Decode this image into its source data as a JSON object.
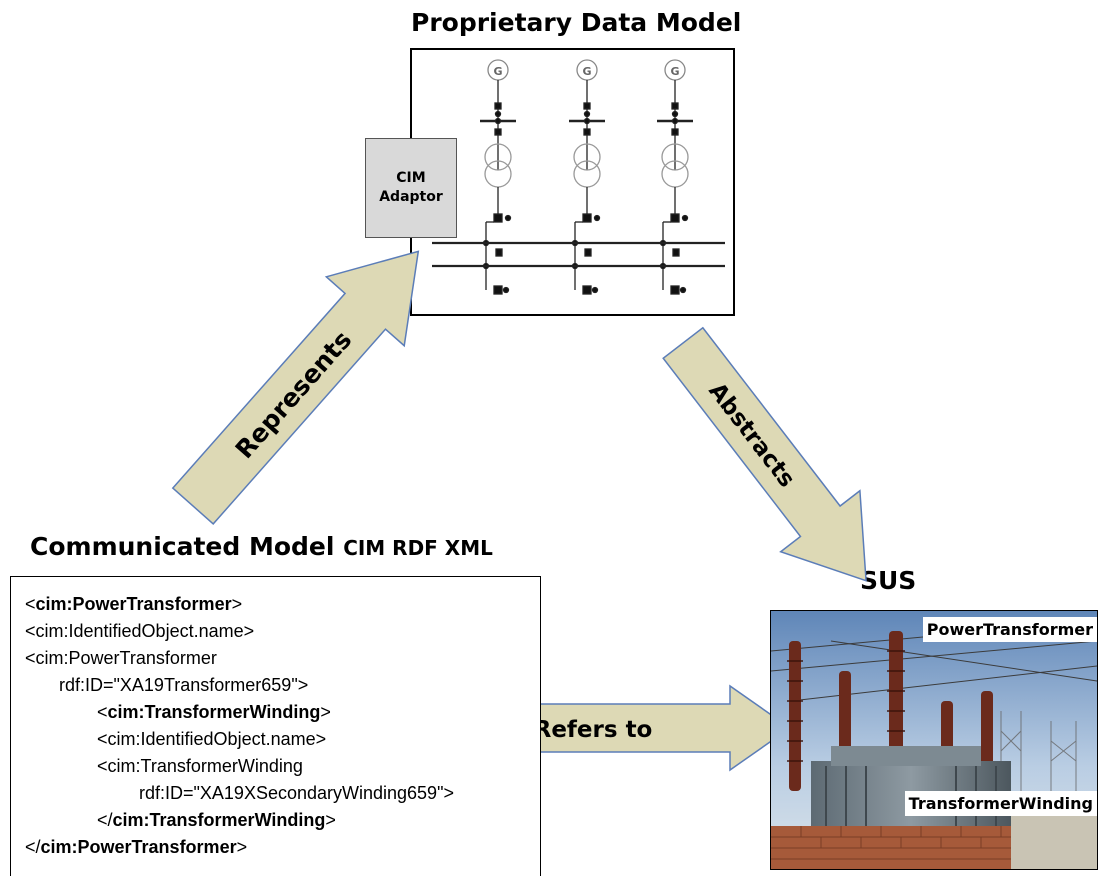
{
  "proprietary": {
    "title": "Proprietary Data Model",
    "adaptor_line1": "CIM",
    "adaptor_line2": "Adaptor",
    "generator_symbol": "G"
  },
  "arrows": {
    "represents": "Represents",
    "abstracts": "Abstracts",
    "refers_to": "Refers to"
  },
  "communicated": {
    "title": "Communicated Model",
    "subtitle": "CIM RDF XML",
    "lines": [
      {
        "prefix": "<",
        "bold": "cim:PowerTransformer",
        "suffix": ">"
      },
      {
        "prefix": "<cim:IdentifiedObject.name>",
        "bold": "",
        "suffix": ""
      },
      {
        "prefix": "<cim:PowerTransformer",
        "bold": "",
        "suffix": ""
      },
      {
        "prefix": "rdf:ID=\"XA19Transformer659\">",
        "bold": "",
        "suffix": ""
      },
      {
        "prefix": "<",
        "bold": "cim:TransformerWinding",
        "suffix": ">"
      },
      {
        "prefix": "<cim:IdentifiedObject.name>",
        "bold": "",
        "suffix": ""
      },
      {
        "prefix": "<cim:TransformerWinding",
        "bold": "",
        "suffix": ""
      },
      {
        "prefix": "rdf:ID=\"XA19XSecondaryWinding659\">",
        "bold": "",
        "suffix": ""
      },
      {
        "prefix": "</",
        "bold": "cim:TransformerWinding",
        "suffix": ">"
      },
      {
        "prefix": "</",
        "bold": "cim:PowerTransformer",
        "suffix": ">"
      }
    ]
  },
  "sus": {
    "title": "SUS",
    "label_top": "PowerTransformer",
    "label_bottom": "TransformerWinding"
  },
  "colors": {
    "arrow_fill": "#ddd9b5",
    "arrow_stroke": "#5b7db8",
    "adaptor_fill": "#d9d9d9"
  }
}
